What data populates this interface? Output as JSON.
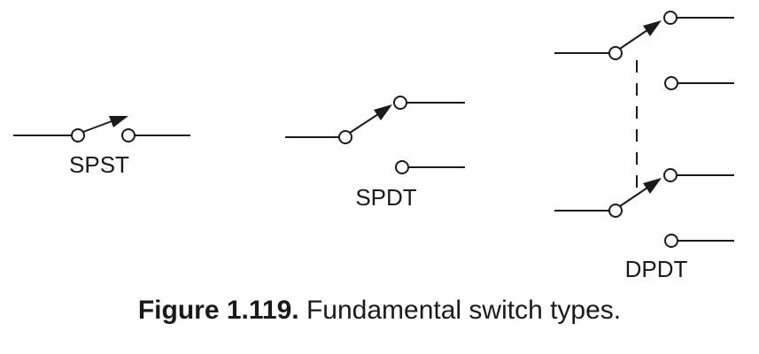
{
  "labels": {
    "spst": "SPST",
    "spdt": "SPDT",
    "dpdt": "DPDT"
  },
  "caption": {
    "number": "Figure 1.119.",
    "text": "Fundamental switch types."
  },
  "colors": {
    "ink": "#1a1a1a",
    "background": "#ffffff"
  }
}
